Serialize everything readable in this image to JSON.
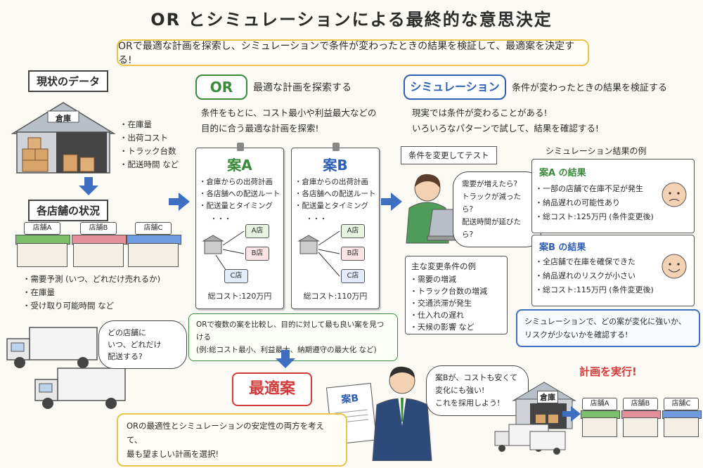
{
  "title": "OR とシミュレーションによる最終的な意思決定",
  "banner": "ORで最適な計画を探索し、シミュレーションで条件が変わったときの結果を検証して、最適案を決定する!",
  "current": {
    "heading": "現状のデータ",
    "warehouse_sign": "倉庫",
    "warehouse_items": [
      "在庫量",
      "出荷コスト",
      "トラック台数",
      "配送時間 など"
    ],
    "stores_heading": "各店舗の状況",
    "stores": [
      "店舗A",
      "店舗B",
      "店舗C"
    ],
    "store_items": [
      "需要予測 (いつ、どれだけ売れるか)",
      "在庫量",
      "受け取り可能時間 など"
    ],
    "truck_bubble": [
      "どの店舗に",
      "いつ、どれだけ",
      "配送する?"
    ]
  },
  "or": {
    "label": "OR",
    "heading": "最適な計画を探索する",
    "desc": [
      "条件をもとに、コスト最小や利益最大などの",
      "目的に合う最適な計画を探索!"
    ],
    "plans": [
      {
        "name": "案A",
        "items": [
          "倉庫からの出荷計画",
          "各店舗への配送ルート",
          "配送量とタイミング"
        ],
        "dots": "・・・",
        "stores": [
          "A店",
          "B店",
          "C店"
        ],
        "cost": "総コスト:120万円"
      },
      {
        "name": "案B",
        "items": [
          "倉庫からの出荷計画",
          "各店舗への配送ルート",
          "配送量とタイミング"
        ],
        "dots": "・・・",
        "stores": [
          "A店",
          "B店",
          "C店"
        ],
        "cost": "総コスト:110万円"
      }
    ],
    "note": [
      "ORで複数の案を比較し、目的に対して最も良い案を見つける",
      "(例:総コスト最小、利益最大、納期遵守の最大化 など)"
    ]
  },
  "sim": {
    "label": "シミュレーション",
    "heading": "条件が変わったときの結果を検証する",
    "desc": [
      "現実では条件が変わることがある!",
      "いろいろなパターンで試して、結果を確認する!"
    ],
    "test_label": "条件を変更してテスト",
    "bubble": [
      "需要が増えたら?",
      "トラックが減ったら?",
      "配送時間が延びたら?"
    ],
    "conditions_title": "主な変更条件の例",
    "conditions": [
      "需要の増減",
      "トラック台数の増減",
      "交通渋滞が発生",
      "仕入れの遅れ",
      "天候の影響 など"
    ],
    "results_title": "シミュレーション結果の例",
    "results": [
      {
        "title": "案A の結果",
        "items": [
          "一部の店舗で在庫不足が発生",
          "納品遅れの可能性あり",
          "総コスト:125万円 (条件変更後)"
        ]
      },
      {
        "title": "案B の結果",
        "items": [
          "全店舗で在庫を確保できた",
          "納品遅れのリスクが小さい",
          "総コスト:115万円 (条件変更後)"
        ]
      }
    ],
    "note": [
      "シミュレーションで、どの案が変化に強いか、",
      "リスクが少ないかを確認する!"
    ]
  },
  "final": {
    "label": "最適案",
    "paper": "案B",
    "bubble": [
      "案Bが、コストも安くて",
      "変化にも強い!",
      "これを採用しよう!"
    ],
    "note": [
      "ORの最適性とシミュレーションの安定性の両方を考えて、",
      "最も望ましい計画を選択!"
    ],
    "execute": "計画を実行!",
    "warehouse_sign": "倉庫",
    "stores": [
      "店舗A",
      "店舗B",
      "店舗C"
    ]
  },
  "colors": {
    "accent_green": "#3b8a3b",
    "accent_blue": "#2f5fb3",
    "accent_red": "#d23b3b",
    "banner": "#e8c44a"
  }
}
